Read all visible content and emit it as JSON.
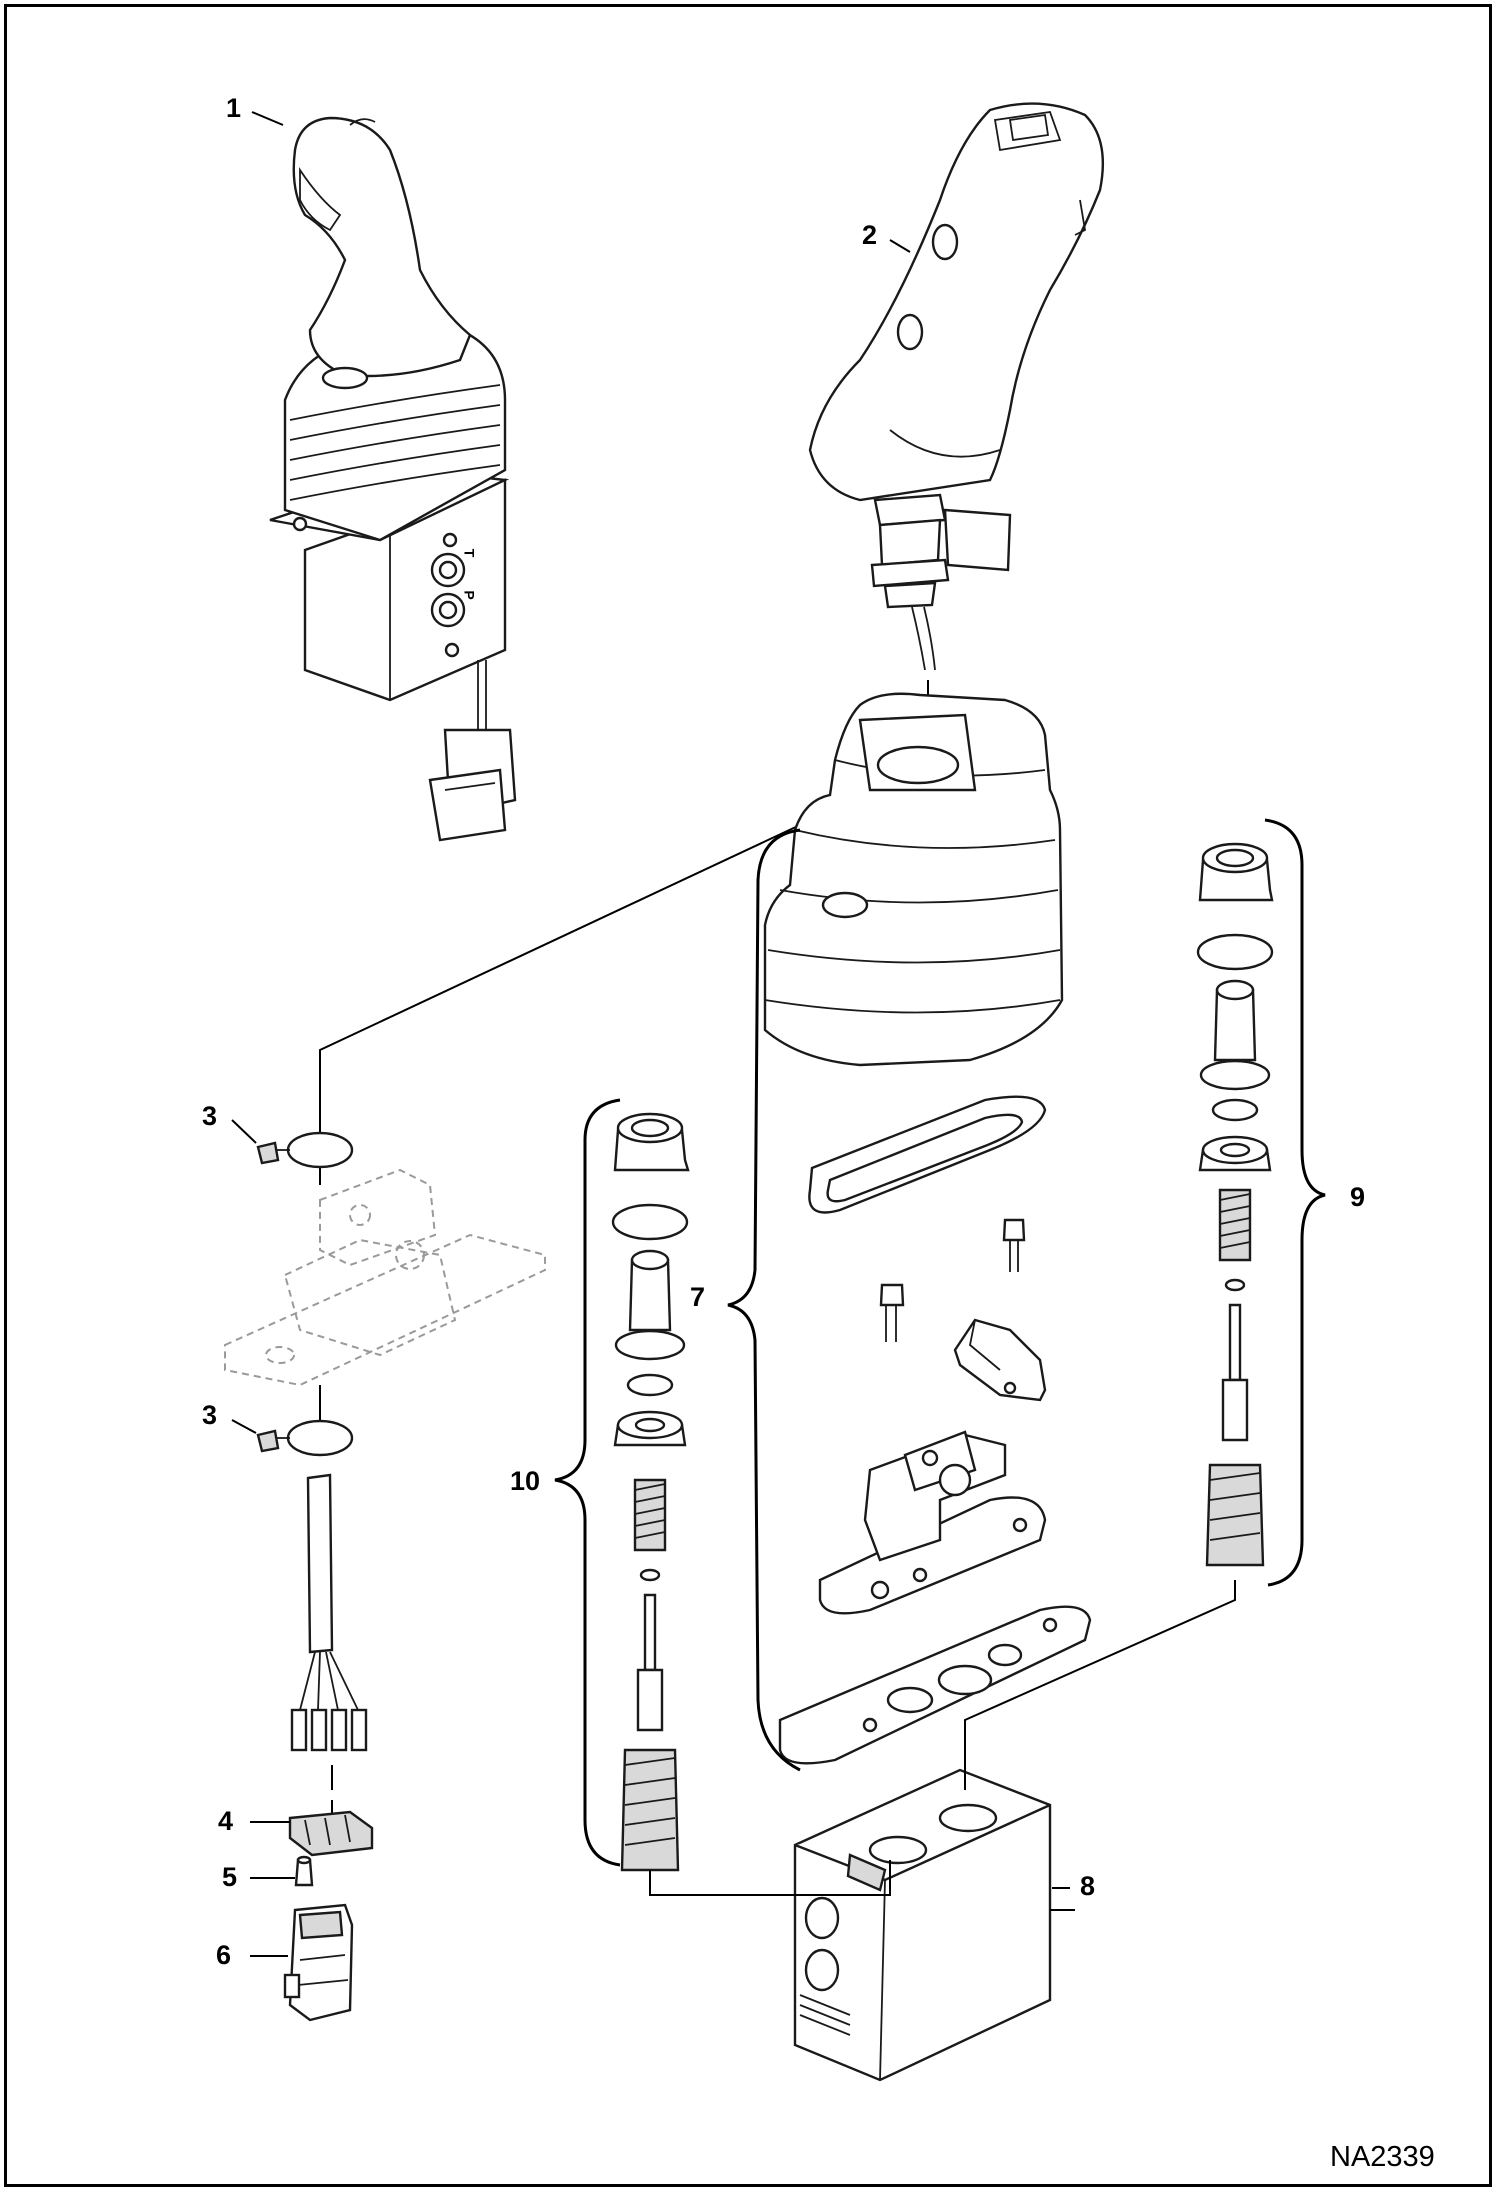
{
  "drawing_id": "NA2339",
  "callouts": {
    "c1": "1",
    "c2": "2",
    "c3a": "3",
    "c3b": "3",
    "c4": "4",
    "c5": "5",
    "c6": "6",
    "c7": "7",
    "c8": "8",
    "c9": "9",
    "c10": "10"
  },
  "port_labels": {
    "t": "T",
    "p": "P"
  }
}
